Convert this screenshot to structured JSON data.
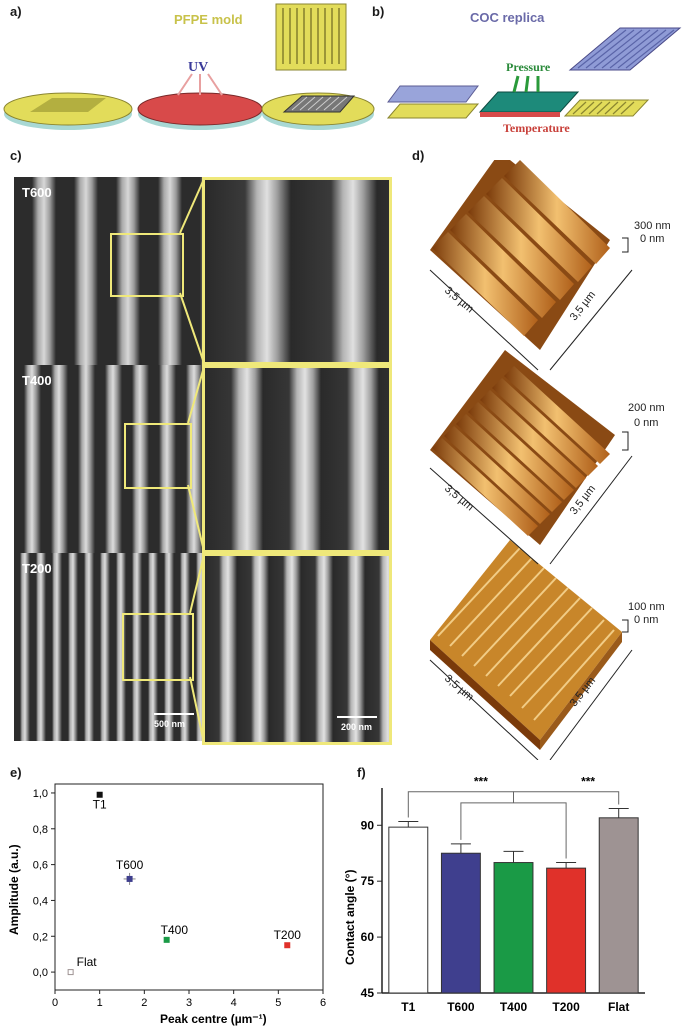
{
  "panels": {
    "a": "a)",
    "b": "b)",
    "c": "c)",
    "d": "d)",
    "e": "e)",
    "f": "f)"
  },
  "panel_a": {
    "mold_label": "PFPE mold",
    "uv_label": "UV"
  },
  "panel_b": {
    "replica_label": "COC replica",
    "pressure_label": "Pressure",
    "temperature_label": "Temperature"
  },
  "panel_c": {
    "rows": [
      {
        "label": "T600"
      },
      {
        "label": "T400"
      },
      {
        "label": "T200"
      }
    ],
    "scale_left": "500 nm",
    "scale_right": "200 nm"
  },
  "panel_d": {
    "rows": [
      {
        "height_label": "300 nm",
        "zero_label": "0 nm",
        "x_label": "3,5 µm",
        "y_label": "3,5 µm"
      },
      {
        "height_label": "200 nm",
        "zero_label": "0 nm",
        "x_label": "3,5 µm",
        "y_label": "3,5 µm"
      },
      {
        "height_label": "100 nm",
        "zero_label": "0 nm",
        "x_label": "3,5 µm",
        "y_label": "3,5 µm"
      }
    ]
  },
  "colors": {
    "mold_yellow": "#e2dc5a",
    "replica_blue": "#8f9bd6",
    "uv_red": "#d84a4a",
    "frame_yellow": "#efe87a",
    "afm_orange": "#d58a2a",
    "t600": "#3f3f8e",
    "t400": "#1a9a46",
    "t200": "#e0312a",
    "flat": "#9e9393"
  },
  "chart_data": [
    {
      "type": "scatter",
      "xlabel": "Peak centre (µm⁻¹)",
      "ylabel": "Amplitude (a.u.)",
      "xlim": [
        0,
        6
      ],
      "ylim": [
        -0.1,
        1.05
      ],
      "x_ticks": [
        "0",
        "1",
        "2",
        "3",
        "4",
        "5",
        "6"
      ],
      "y_ticks": [
        "0,0",
        "0,2",
        "0,4",
        "0,6",
        "0,8",
        "1,0"
      ],
      "points": [
        {
          "name": "T1",
          "x": 1.0,
          "y": 0.99,
          "color": "#111111"
        },
        {
          "name": "T600",
          "x": 1.67,
          "y": 0.52,
          "color": "#3f3f8e"
        },
        {
          "name": "T400",
          "x": 2.5,
          "y": 0.18,
          "color": "#1a9a46"
        },
        {
          "name": "T200",
          "x": 5.2,
          "y": 0.15,
          "color": "#e0312a"
        },
        {
          "name": "Flat",
          "x": 0.35,
          "y": 0.0,
          "color": "#9e9393"
        }
      ]
    },
    {
      "type": "bar",
      "ylabel": "Contact angle (°)",
      "ylim": [
        45,
        100
      ],
      "y_ticks": [
        "45",
        "60",
        "75",
        "90"
      ],
      "categories": [
        "T1",
        "T600",
        "T400",
        "T200",
        "Flat"
      ],
      "values": [
        89.5,
        82.5,
        80.0,
        78.5,
        92.0
      ],
      "errors": [
        1.5,
        2.5,
        3.0,
        1.5,
        2.5
      ],
      "colors": [
        "#ffffff",
        "#3f3f8e",
        "#1a9a46",
        "#e0312a",
        "#9e9393"
      ],
      "significance": [
        "***",
        "***"
      ]
    }
  ]
}
